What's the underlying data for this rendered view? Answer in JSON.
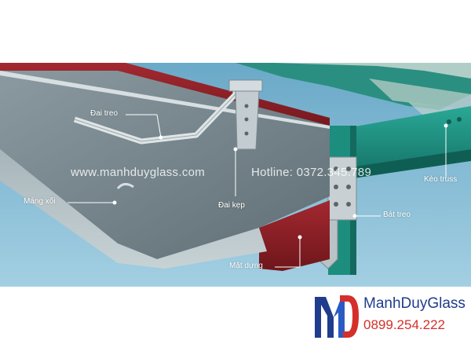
{
  "labels": {
    "dai_treo": "Đai treo",
    "mang_xoi": "Máng xối",
    "dai_kep": "Đai kẹp",
    "bat_treo": "Bát treo",
    "keo_truss": "Kèo truss",
    "mat_dung": "Mặt dựng"
  },
  "watermark": {
    "website": "www.manhduyglass.com",
    "hotline": "Hotline: 0372.345.789"
  },
  "brand": {
    "name": "ManhDuyGlass",
    "phone": "0899.254.222"
  },
  "colors": {
    "sky": "#7fb7d3",
    "gutter": "#7f9096",
    "fascia": "#8b1f25",
    "truss": "#1f9484",
    "brand_blue": "#1f3d8c",
    "brand_red": "#d4302b"
  }
}
